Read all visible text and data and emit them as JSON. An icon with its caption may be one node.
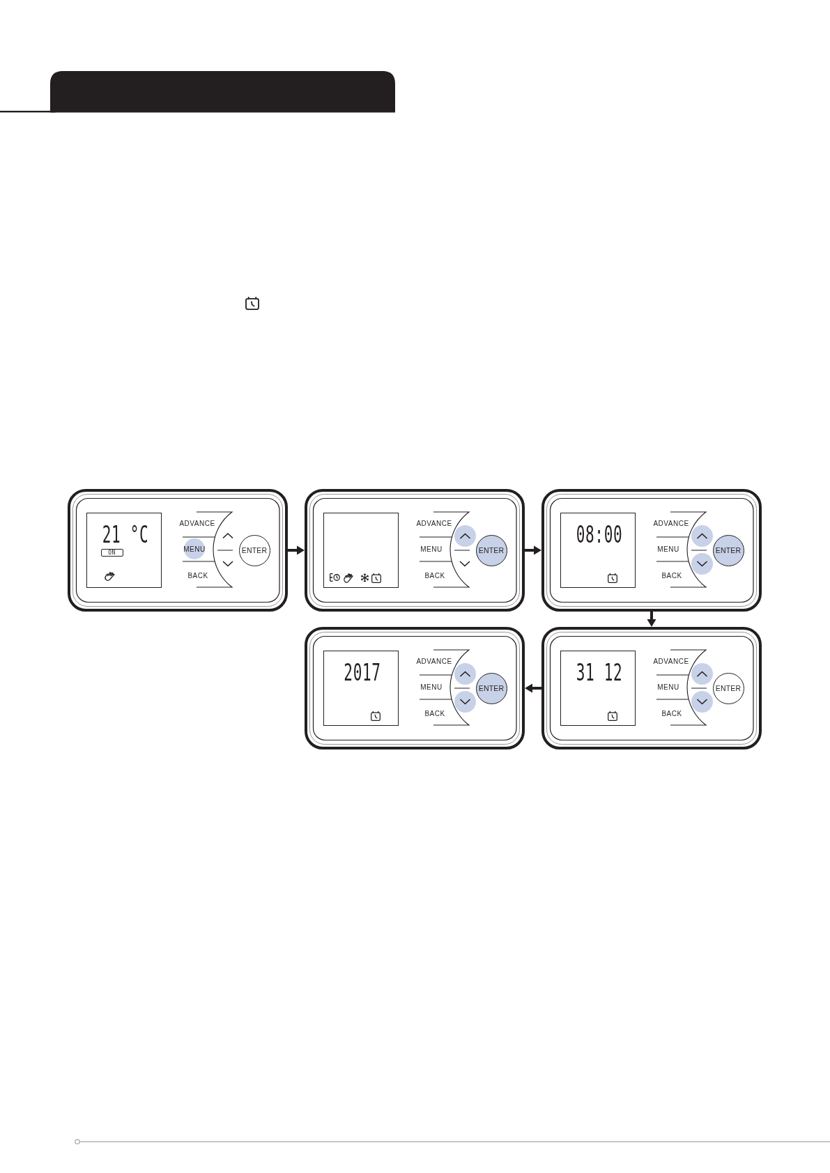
{
  "diagram": {
    "nodes": [
      {
        "text": [
          "ADVANCE",
          "MENU",
          "BACK"
        ]
      },
      {
        "text": [
          "21 °C"
        ],
        "in": 0
      },
      {
        "text": [
          "ON"
        ],
        "in": 1
      },
      {
        "text": [
          "ENTER"
        ],
        "in": 0
      },
      {
        "text": [
          "ADVANCE",
          "MENU",
          "BACK"
        ]
      },
      {
        "text": [],
        "shape": "box",
        "in": 4
      },
      {
        "text": [
          "ENTER"
        ],
        "in": 4
      },
      {
        "text": [
          "ADVANCE",
          "MENU",
          "BACK"
        ]
      },
      {
        "text": [
          "08:00"
        ],
        "in": 7
      },
      {
        "text": [
          "ENTER"
        ],
        "in": 7
      },
      {
        "text": [
          "ADVANCE",
          "MENU",
          "BACK"
        ]
      },
      {
        "text": [
          "2017"
        ],
        "in": 10
      },
      {
        "text": [
          "ENTER"
        ],
        "in": 10
      },
      {
        "text": [
          "ADVANCE",
          "MENU",
          "BACK"
        ]
      },
      {
        "text": [
          "31 12"
        ],
        "in": 13
      },
      {
        "text": [
          "ENTER"
        ],
        "in": 13
      }
    ],
    "edges": [
      {
        "from": 0,
        "to": 4,
        "arrow": "to"
      },
      {
        "from": 4,
        "to": 7,
        "arrow": "to"
      },
      {
        "from": 7,
        "to": 13,
        "arrow": "to"
      },
      {
        "from": 13,
        "to": 10,
        "arrow": "to"
      }
    ]
  }
}
